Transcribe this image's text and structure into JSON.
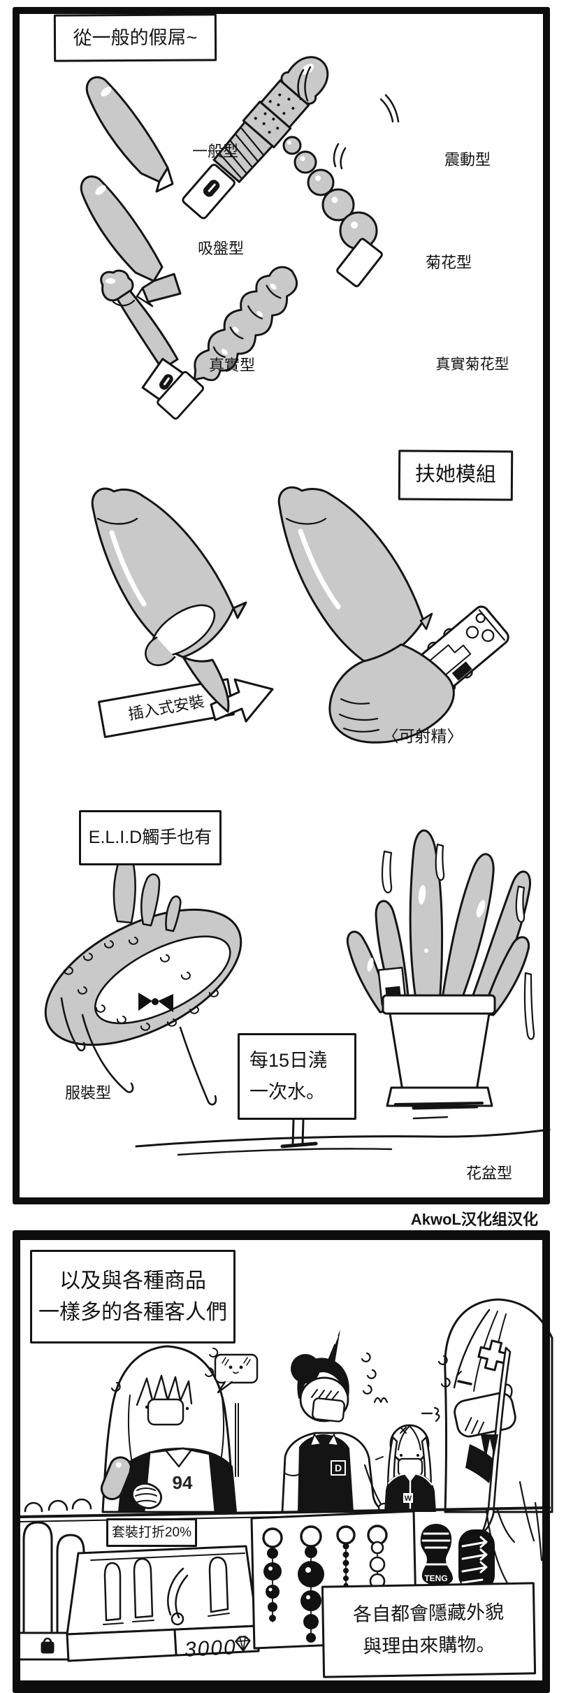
{
  "colors": {
    "ink": "#141414",
    "gray": "#c9c9c9",
    "paper": "#ffffff"
  },
  "credit": "AkwoL汉化组汉化",
  "panel1": {
    "title": "從一般的假屌~",
    "label_normal": "一般型",
    "label_suction": "吸盤型",
    "label_vibrating": "震動型",
    "label_beads": "菊花型",
    "label_realistic": "真實型",
    "label_realistic_beads": "真實菊花型",
    "futa_title": "扶她模組",
    "futa_arrow": "插入式安裝",
    "futa_note": "〈可射精〉",
    "elid_title": "E.L.I.D觸手也有",
    "label_clothing": "服裝型",
    "sign_line1": "每15日澆",
    "sign_line2": "一次水。",
    "label_pot": "花盆型"
  },
  "panel2": {
    "title_line1": "以及與各種商品",
    "title_line2": "一樣多的各種客人們",
    "sale_sign": "套裝打折20%",
    "price": "3000",
    "brand": "TENG",
    "vest_number": "94",
    "clerk_badge": "D",
    "jacket_badge": "W",
    "caption_line1": "各自都會隱藏外貌",
    "caption_line2": "與理由來購物。"
  }
}
